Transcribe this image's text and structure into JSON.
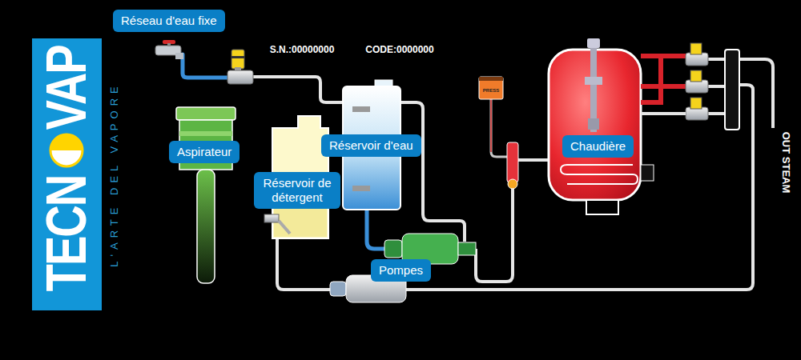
{
  "diagram": {
    "nodes": [
      {
        "text": [
          "Réseau d'eau fixe"
        ]
      },
      {
        "text": [
          "Aspirateur"
        ]
      },
      {
        "text": [
          "Réservoir d'eau"
        ]
      },
      {
        "text": [
          "Réservoir de détergent"
        ]
      },
      {
        "text": [
          "Pompes"
        ]
      },
      {
        "text": [
          "Chaudière"
        ]
      }
    ],
    "labels": [
      "TECN",
      "VAP",
      "L'ARTE DEL VAPORE",
      "S.N.:00000000",
      "CODE:0000000",
      "PRESS",
      "OUT STEAM"
    ]
  }
}
